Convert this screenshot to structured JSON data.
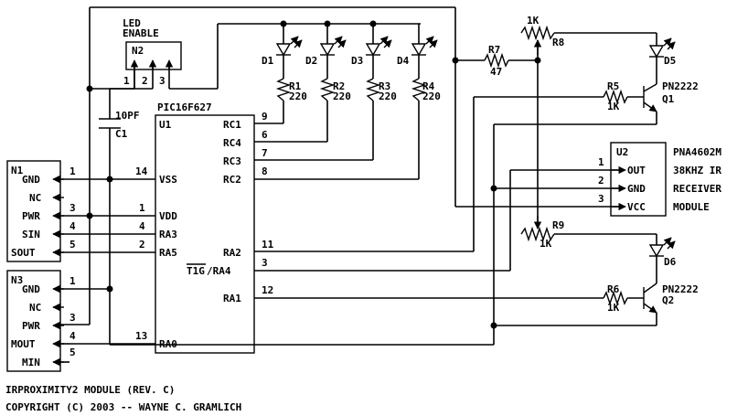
{
  "title_line": "IRPROXIMITY2 MODULE (REV. C)",
  "copyright_line": "COPYRIGHT (C) 2003 -- WAYNE C. GRAMLICH",
  "led_enable": {
    "line1": "LED",
    "line2": "ENABLE",
    "ref": "N2",
    "pins": [
      "1",
      "2",
      "3"
    ]
  },
  "capacitor": {
    "ref": "C1",
    "value": "10PF"
  },
  "mcu": {
    "ref": "U1",
    "part": "PIC16F627",
    "left_pins": [
      {
        "num": "14",
        "name": "VSS"
      },
      {
        "num": "1",
        "name": "VDD"
      },
      {
        "num": "4",
        "name": "RA3"
      },
      {
        "num": "2",
        "name": "RA5"
      },
      {
        "num": "13",
        "name": "RA0"
      }
    ],
    "right_pins": [
      {
        "num": "9",
        "name": "RC1"
      },
      {
        "num": "6",
        "name": "RC4"
      },
      {
        "num": "7",
        "name": "RC3"
      },
      {
        "num": "8",
        "name": "RC2"
      },
      {
        "num": "11",
        "name": "RA2"
      },
      {
        "num": "3",
        "name": "/RA4",
        "overbar": "T1G"
      },
      {
        "num": "12",
        "name": "RA1"
      }
    ]
  },
  "n1": {
    "ref": "N1",
    "pins": [
      {
        "num": "1",
        "name": "GND"
      },
      {
        "num": "",
        "name": "NC"
      },
      {
        "num": "3",
        "name": "PWR"
      },
      {
        "num": "4",
        "name": "SIN"
      },
      {
        "num": "5",
        "name": "SOUT"
      }
    ]
  },
  "n3": {
    "ref": "N3",
    "pins": [
      {
        "num": "1",
        "name": "GND"
      },
      {
        "num": "",
        "name": "NC"
      },
      {
        "num": "3",
        "name": "PWR"
      },
      {
        "num": "4",
        "name": "MOUT"
      },
      {
        "num": "5",
        "name": "MIN"
      }
    ]
  },
  "leds": [
    "D1",
    "D2",
    "D3",
    "D4"
  ],
  "resistors": [
    {
      "ref": "R1",
      "value": "220"
    },
    {
      "ref": "R2",
      "value": "220"
    },
    {
      "ref": "R3",
      "value": "220"
    },
    {
      "ref": "R4",
      "value": "220"
    }
  ],
  "r7": {
    "ref": "R7",
    "value": "47"
  },
  "r8": {
    "ref": "R8",
    "value": "1K"
  },
  "r9": {
    "ref": "R9",
    "value": "1K"
  },
  "r5": {
    "ref": "R5",
    "value": "1K"
  },
  "r6": {
    "ref": "R6",
    "value": "1K"
  },
  "d5": "D5",
  "d6": "D6",
  "q1": {
    "ref": "Q1",
    "part": "PN2222"
  },
  "q2": {
    "ref": "Q2",
    "part": "PN2222"
  },
  "u2": {
    "ref": "U2",
    "pins": [
      {
        "num": "1",
        "name": "OUT"
      },
      {
        "num": "2",
        "name": "GND"
      },
      {
        "num": "3",
        "name": "VCC"
      }
    ],
    "desc": [
      "PNA4602M",
      "38KHZ IR",
      "RECEIVER",
      "MODULE"
    ]
  }
}
